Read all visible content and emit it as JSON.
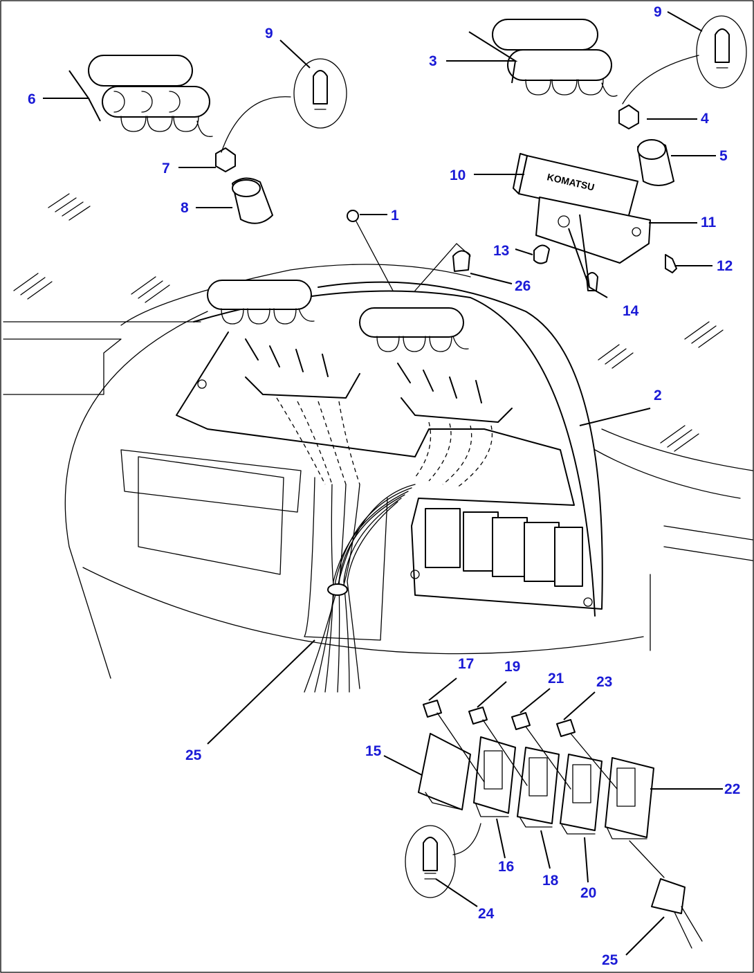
{
  "diagram": {
    "callouts": [
      "1",
      "2",
      "3",
      "4",
      "5",
      "6",
      "7",
      "8",
      "9",
      "9",
      "10",
      "11",
      "12",
      "13",
      "14",
      "15",
      "16",
      "17",
      "18",
      "19",
      "20",
      "21",
      "22",
      "23",
      "24",
      "25",
      "25",
      "26"
    ],
    "brand_label": "KOMATSU",
    "callout_color": "#1a1ad6",
    "line_color": "#000000"
  }
}
